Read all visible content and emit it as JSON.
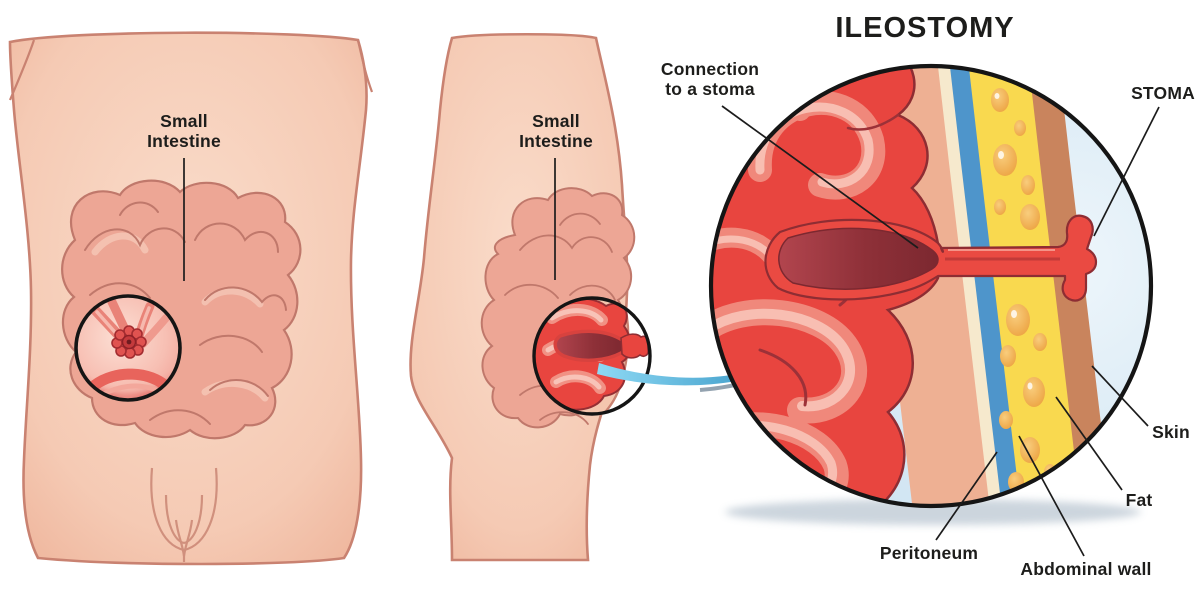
{
  "figure": {
    "title": "ILEOSTOMY",
    "kind": "medical illustration of an ileostomy with magnified cross-section"
  },
  "labels": {
    "front_view_organ": {
      "line1": "Small",
      "line2": "Intestine"
    },
    "side_view_organ": {
      "line1": "Small",
      "line2": "Intestine"
    },
    "connection": {
      "line1": "Connection",
      "line2": "to a stoma"
    },
    "stoma": "STOMA",
    "skin": "Skin",
    "fat": "Fat",
    "peritoneum": "Peritoneum",
    "abdominal_wall": "Abdominal wall"
  },
  "colors": {
    "body_skin": "#f5cdba",
    "body_outline": "#c98271",
    "intestine_muted": "#eda695",
    "intestine_muted_outline": "#c0786b",
    "intestine_bright_red": "#e8453f",
    "intestine_dark_outline": "#8e2d33",
    "stoma_funnel_dark": "#8e3038",
    "layer_peritoneum_cream": "#f6e9cd",
    "layer_abdominal_wall_blue": "#4e95cb",
    "layer_fat_yellow": "#f9d94f",
    "layer_skin_brown": "#c9845d",
    "outside_body_pale_blue": "#dcebf6",
    "magnifier_arrow_blue": "#2b9cd8",
    "label_text": "#1d1d1b",
    "circle_outline": "#151515"
  }
}
